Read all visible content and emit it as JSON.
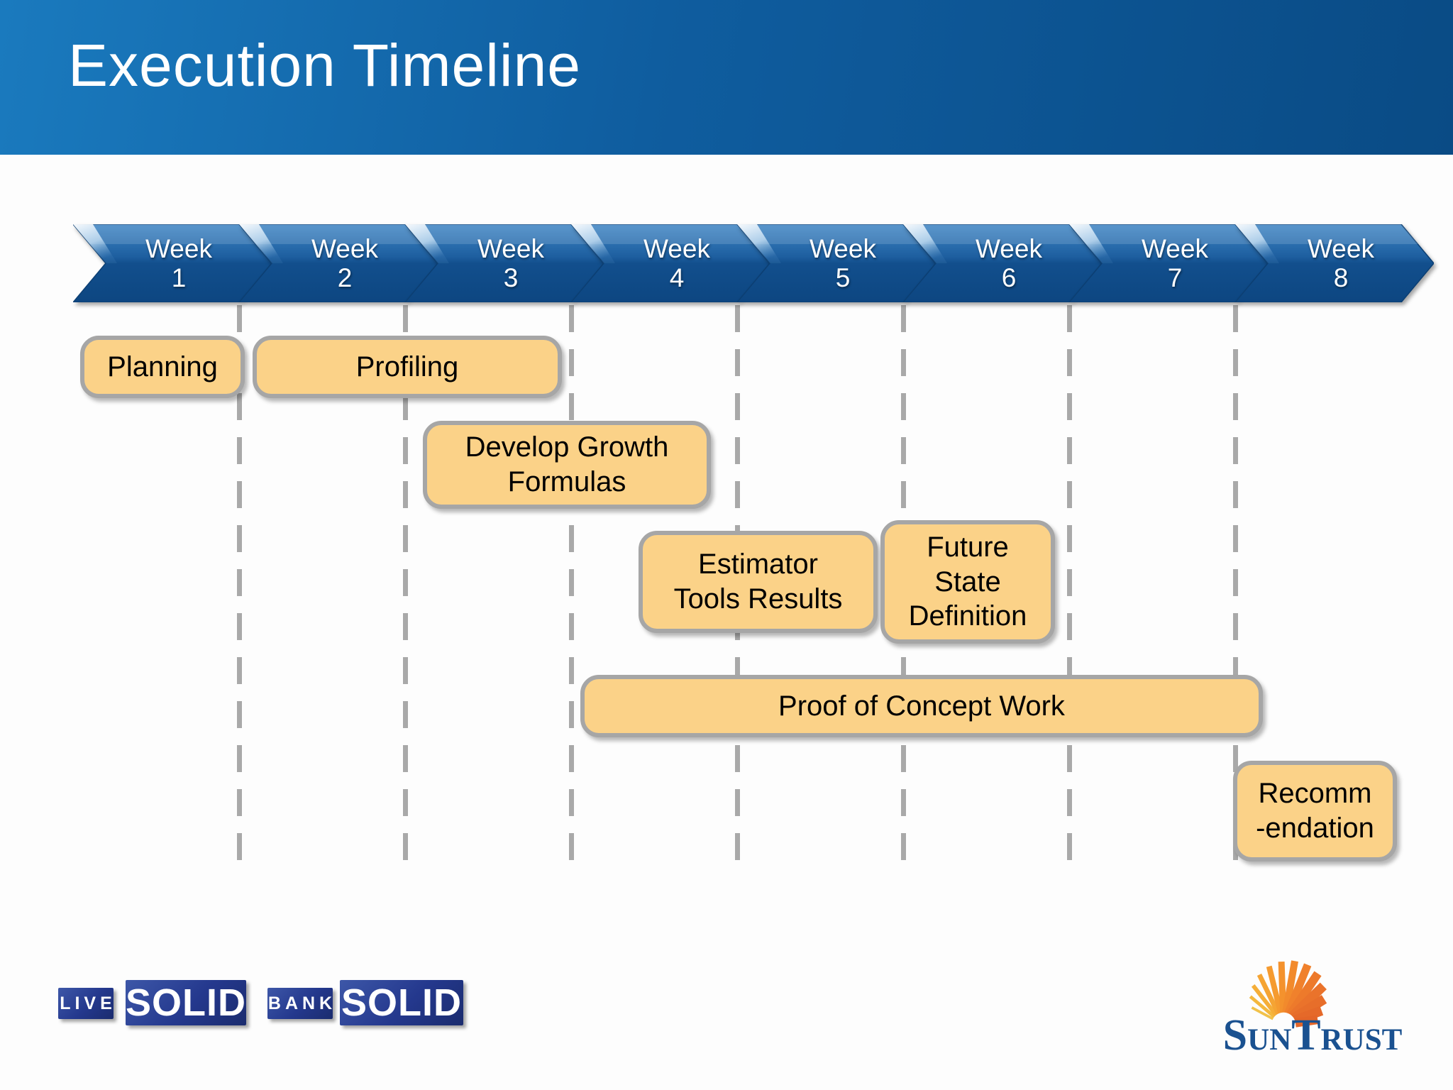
{
  "slide": {
    "title": "Execution Timeline"
  },
  "timeline": {
    "weeks": [
      {
        "word": "Week",
        "num": "1"
      },
      {
        "word": "Week",
        "num": "2"
      },
      {
        "word": "Week",
        "num": "3"
      },
      {
        "word": "Week",
        "num": "4"
      },
      {
        "word": "Week",
        "num": "5"
      },
      {
        "word": "Week",
        "num": "6"
      },
      {
        "word": "Week",
        "num": "7"
      },
      {
        "word": "Week",
        "num": "8"
      }
    ],
    "arrow_color_top": "#3A80BF",
    "arrow_color_bottom": "#0E4984",
    "gridline_color": "#A9A9A9"
  },
  "tasks": {
    "box_fill": "#FBD288",
    "box_border": "#A6A6A6",
    "planning": {
      "label": "Planning",
      "spans_weeks": "1"
    },
    "profiling": {
      "label": "Profiling",
      "spans_weeks": "2-3"
    },
    "develop_growth": {
      "line1": "Develop Growth",
      "line2": "Formulas",
      "spans_weeks": "3-4"
    },
    "estimator": {
      "line1": "Estimator",
      "line2": "Tools Results",
      "spans_weeks": "4-5"
    },
    "future_state": {
      "line1": "Future",
      "line2": "State",
      "line3": "Definition",
      "spans_weeks": "5-6"
    },
    "proof_of_concept": {
      "label": "Proof of Concept Work",
      "spans_weeks": "4-7"
    },
    "recommendation": {
      "line1": "Recomm",
      "line2": "-endation",
      "spans_weeks": "8"
    }
  },
  "footer": {
    "live_label": "LIVE",
    "live_solid_label": "SOLID",
    "bank_label": "BANK",
    "bank_solid_label": "SOLID",
    "badge_color": "#24388D",
    "suntrust_wordmark": "SunTrust",
    "suntrust_blue": "#1A5190"
  }
}
